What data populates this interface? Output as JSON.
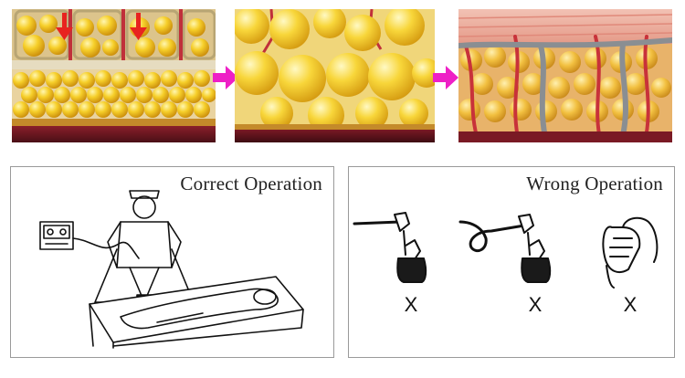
{
  "correct_box": {
    "title": "Correct Operation"
  },
  "wrong_box": {
    "title": "Wrong Operation",
    "marks": [
      "X",
      "X",
      "X"
    ]
  },
  "colors": {
    "arrow_down": "#e8231f",
    "arrow_between": "#ee1fc6",
    "fat_yellow": "#f4c61c",
    "tissue_red": "#c8323a",
    "vessel_gray": "#8a8e92"
  }
}
